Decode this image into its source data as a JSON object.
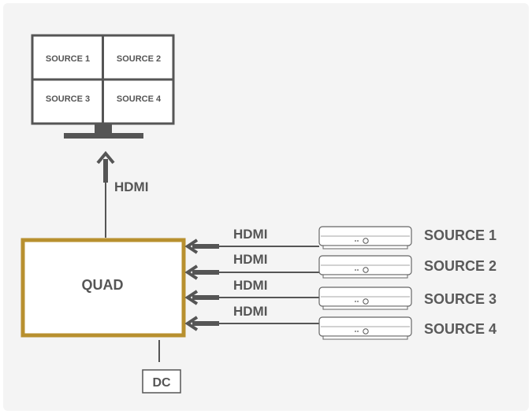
{
  "monitor": {
    "cells": [
      "SOURCE 1",
      "SOURCE 2",
      "SOURCE 3",
      "SOURCE 4"
    ]
  },
  "output": {
    "label": "HDMI"
  },
  "quad": {
    "label": "QUAD",
    "border_color": "#b8902f"
  },
  "dc": {
    "label": "DC"
  },
  "inputs": [
    {
      "cable": "HDMI",
      "source": "SOURCE 1"
    },
    {
      "cable": "HDMI",
      "source": "SOURCE 2"
    },
    {
      "cable": "HDMI",
      "source": "SOURCE 3"
    },
    {
      "cable": "HDMI",
      "source": "SOURCE 4"
    }
  ]
}
